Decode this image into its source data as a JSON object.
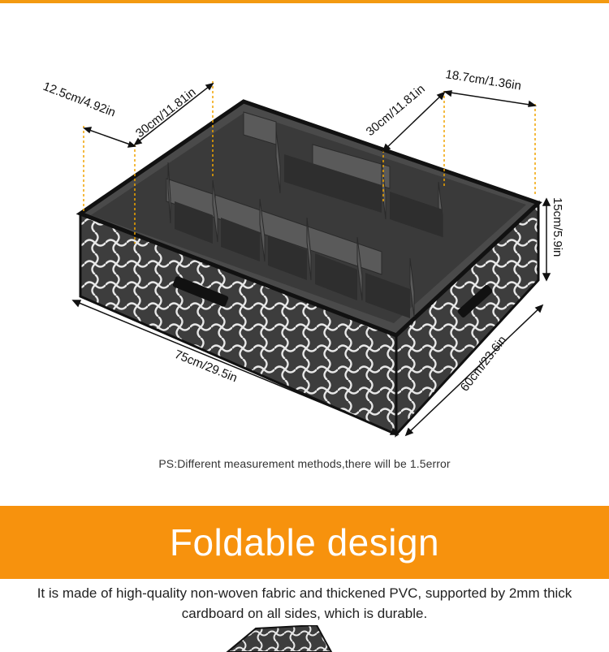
{
  "dimensions": {
    "left_depth": "12.5cm/4.92in",
    "left_width": "30cm/11.81in",
    "right_width": "30cm/11.81in",
    "right_depth": "18.7cm/1.36in",
    "height": "15cm/5.9in",
    "length": "75cm/29.5in",
    "depth": "60cm/23.6in"
  },
  "note": "PS:Different measurement methods,there will be 1.5error",
  "banner": {
    "title": "Foldable design"
  },
  "description": "It is made of high-quality non-woven fabric and thickened PVC, supported by 2mm thick cardboard on all sides, which is durable.",
  "colors": {
    "accent": "#f7920d",
    "product_dark": "#3b3b3b",
    "guide_line": "#f0a400"
  }
}
